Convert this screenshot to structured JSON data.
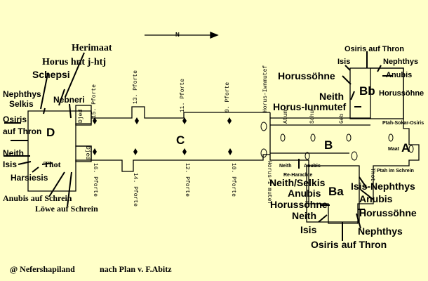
{
  "rooms": {
    "A": "A",
    "B": "B",
    "C": "C",
    "D": "D",
    "Ba": "Ba",
    "Bb": "Bb"
  },
  "north_label": "N",
  "gates": {
    "p15": "15. Pforte",
    "p13": "13. Pforte",
    "p11": "11. Pforte",
    "p9": "9. Pforte",
    "p16": "16. Pforte",
    "p14": "14. Pforte",
    "p12": "12. Pforte",
    "p10": "10. Pforte"
  },
  "small_labels": {
    "djed_top": "Djed",
    "djed_bottom": "Djed",
    "horus_iwnmutef": "Horus-Iwnmutef",
    "horus_i_mutef": "Horus-I mutef",
    "atum": "Atum",
    "schu": "Schu",
    "geb": "Geb",
    "neith": "Neith",
    "anubis": "Anubis",
    "re_harachte": "Re-Harachte",
    "thot": "Thot",
    "ptah_sokar_osiris": "Ptah-Sokar-Osiris",
    "maat": "Maat",
    "ptah_im_schrein": "Ptah im Schrein"
  },
  "labels_d": {
    "herimaat": "Herimaat",
    "horus_hnt": "Horus hnt j-htj",
    "schepsi": "Schepsi",
    "nephthys": "Nephthys",
    "selkis": "Selkis",
    "nebneri": "Nebneri",
    "osiris": "Osiris",
    "auf_thron": "auf Thron",
    "neith": "Neith",
    "isis": "Isis",
    "thot": "Thot",
    "harsiesis": "Harsiesis",
    "anubis_schrein": "Anubis auf Schrein",
    "loewe_schrein": "Löwe auf Schrein"
  },
  "labels_bb": {
    "osiris_thron": "Osiris auf Thron",
    "isis": "Isis",
    "nephthys": "Nephthys",
    "anubis": "Anubis",
    "horussoehne_left": "Horussöhne",
    "horussoehne_right": "Horussöhne",
    "neith": "Neith",
    "horus_iunmutef": "Horus-Iunmutef"
  },
  "labels_ba": {
    "neith_selkis": "Neith/Selkis",
    "anubis": "Anubis",
    "horussoehne_left": "Horussöhne",
    "neith": "Neith",
    "isis": "Isis",
    "osiris_thron": "Osiris auf Thron",
    "isis_nephthys": "Isis-Nephthys",
    "anubis_right": "Anubis",
    "horussoehne_right": "Horussöhne",
    "nephthys": "Nephthys"
  },
  "credit": {
    "left": "@ Nefershapiland",
    "right": "nach Plan v. F.Abitz"
  }
}
